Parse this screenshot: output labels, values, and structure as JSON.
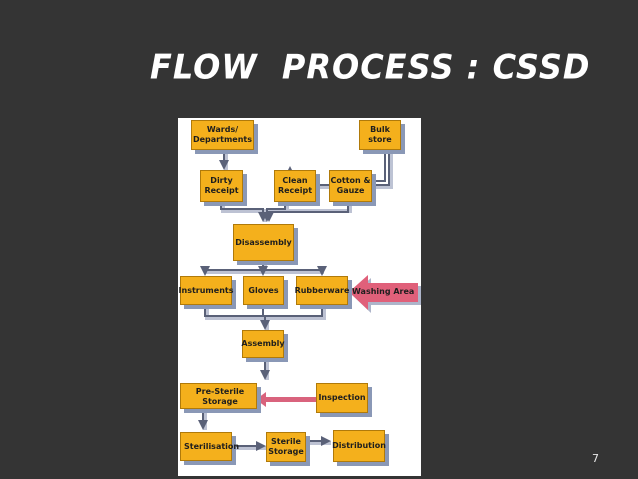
{
  "slide": {
    "title": "FLOW  PROCESS : CSSD",
    "page_number": "7"
  },
  "diagram": {
    "boxes": {
      "wards": "Wards/\nDepartments",
      "bulk": "Bulk\nstore",
      "dirty": "Dirty\nReceipt",
      "clean": "Clean\nReceipt",
      "cotton": "Cotton &\nGauze",
      "disassembly": "Disassembly",
      "instruments": "Instruments",
      "gloves": "Gloves",
      "rubberware": "Rubberware",
      "washing": "Washing Area",
      "assembly": "Assembly",
      "presterile": "Pre-Sterile Storage",
      "inspection": "Inspection",
      "sterilisation": "Sterilisation",
      "sterile_storage": "Sterile\nStorage",
      "distribution": "Distribution"
    },
    "colors": {
      "box_fill": "#f4b01c",
      "box_shadow": "#8a98b6",
      "connector": "#5a6178",
      "washing_arrow": "#e0607a",
      "inspection_arrow": "#d9637d",
      "background": "#343434"
    }
  }
}
